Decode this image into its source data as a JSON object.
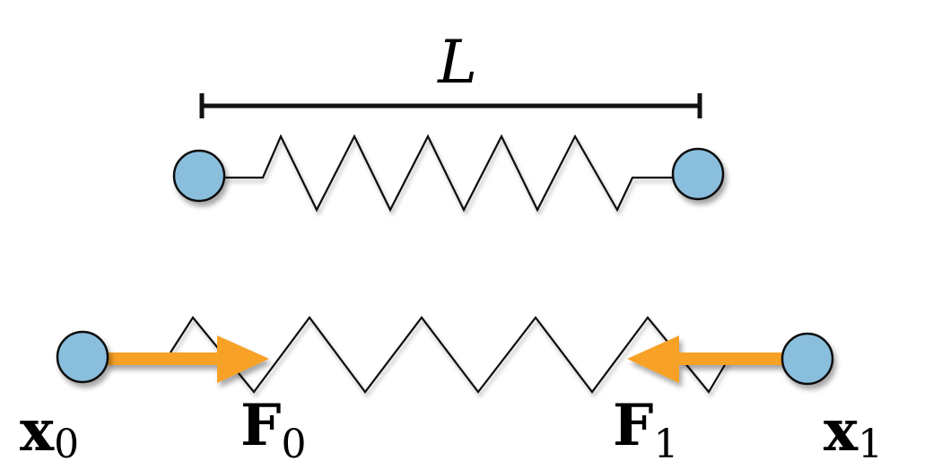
{
  "colors": {
    "mass": "#8abedd",
    "mass_stroke": "#111111",
    "spring": "#111111",
    "force_arrow": "#f7a128",
    "text": "#000000"
  },
  "rest_spring": {
    "length_label": "L"
  },
  "stretched_spring": {
    "x0_base": "x",
    "x0_sub": "0",
    "x1_base": "x",
    "x1_sub": "1",
    "f0_base": "F",
    "f0_sub": "0",
    "f1_base": "F",
    "f1_sub": "1"
  }
}
